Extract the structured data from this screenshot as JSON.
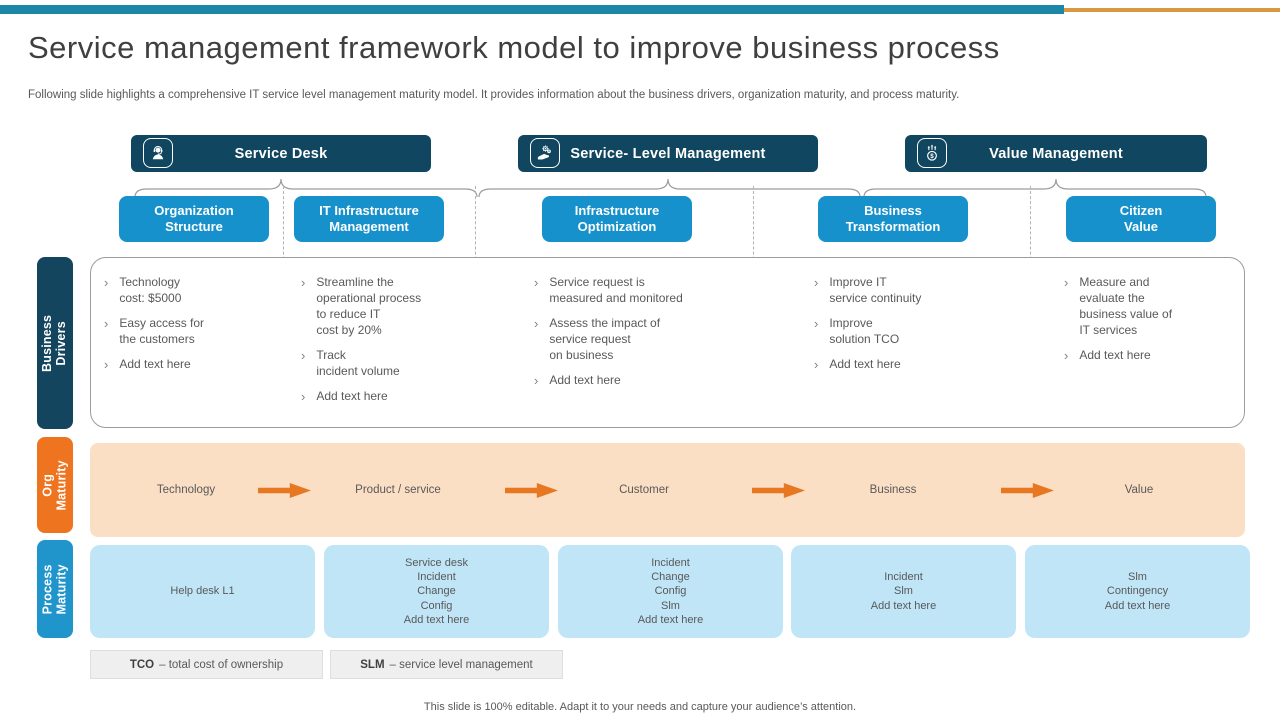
{
  "colors": {
    "navy": "#10465f",
    "stage_blue": "#1791cc",
    "orange": "#e87722",
    "sidebar_orange": "#ee7420",
    "sidebar_blue": "#2095cc",
    "peach_band": "#fbdfc5",
    "process_light_blue": "#bfe5f7",
    "top_bar_teal": "#1d87a8",
    "top_bar_gold": "#d6993f",
    "body_text_gray": "#595959"
  },
  "slide": {
    "title": "Service management framework model to improve business process",
    "subtitle": "Following slide highlights a comprehensive IT service level management maturity model. It provides information about the business drivers, organization maturity, and process maturity.",
    "footer": "This slide is 100% editable. Adapt it to your needs and capture your audience’s attention."
  },
  "headers": [
    {
      "label": "Service Desk",
      "icon": "headset-agent-icon"
    },
    {
      "label": "Service- Level Management",
      "icon": "hand-gears-icon"
    },
    {
      "label": "Value Management",
      "icon": "money-growth-icon"
    }
  ],
  "stages": [
    {
      "label": "Organization\nStructure"
    },
    {
      "label": "IT Infrastructure\nManagement"
    },
    {
      "label": "Infrastructure\nOptimization"
    },
    {
      "label": "Business\nTransformation"
    },
    {
      "label": "Citizen\nValue"
    }
  ],
  "business_drivers": {
    "label": "Business\nDrivers",
    "columns": [
      {
        "bullets": [
          "Technology\ncost: $5000",
          "Easy access for\nthe customers",
          "Add text here"
        ]
      },
      {
        "bullets": [
          "Streamline the\noperational process\nto reduce IT\ncost by 20%",
          "Track\nincident volume",
          "Add text here"
        ]
      },
      {
        "bullets": [
          "Service request is\nmeasured and monitored",
          "Assess the impact of\nservice request\non business",
          "Add text here"
        ]
      },
      {
        "bullets": [
          "Improve IT\nservice continuity",
          "Improve\nsolution TCO",
          "Add text here"
        ]
      },
      {
        "bullets": [
          "Measure and\nevaluate the\nbusiness value of\nIT services",
          "Add text here"
        ]
      }
    ]
  },
  "org_maturity": {
    "label": "Org\nMaturity",
    "steps": [
      "Technology",
      "Product / service",
      "Customer",
      "Business",
      "Value"
    ]
  },
  "process_maturity": {
    "label": "Process\nMaturity",
    "boxes": [
      "Help desk L1",
      "Service desk\nIncident\nChange\nConfig\nAdd text here",
      "Incident\nChange\nConfig\nSlm\nAdd text here",
      "Incident\nSlm\nAdd text here",
      "Slm\nContingency\nAdd text here"
    ]
  },
  "legend": [
    {
      "abbr": "TCO",
      "rest": "– total cost of ownership"
    },
    {
      "abbr": "SLM",
      "rest": "– service level management"
    }
  ]
}
